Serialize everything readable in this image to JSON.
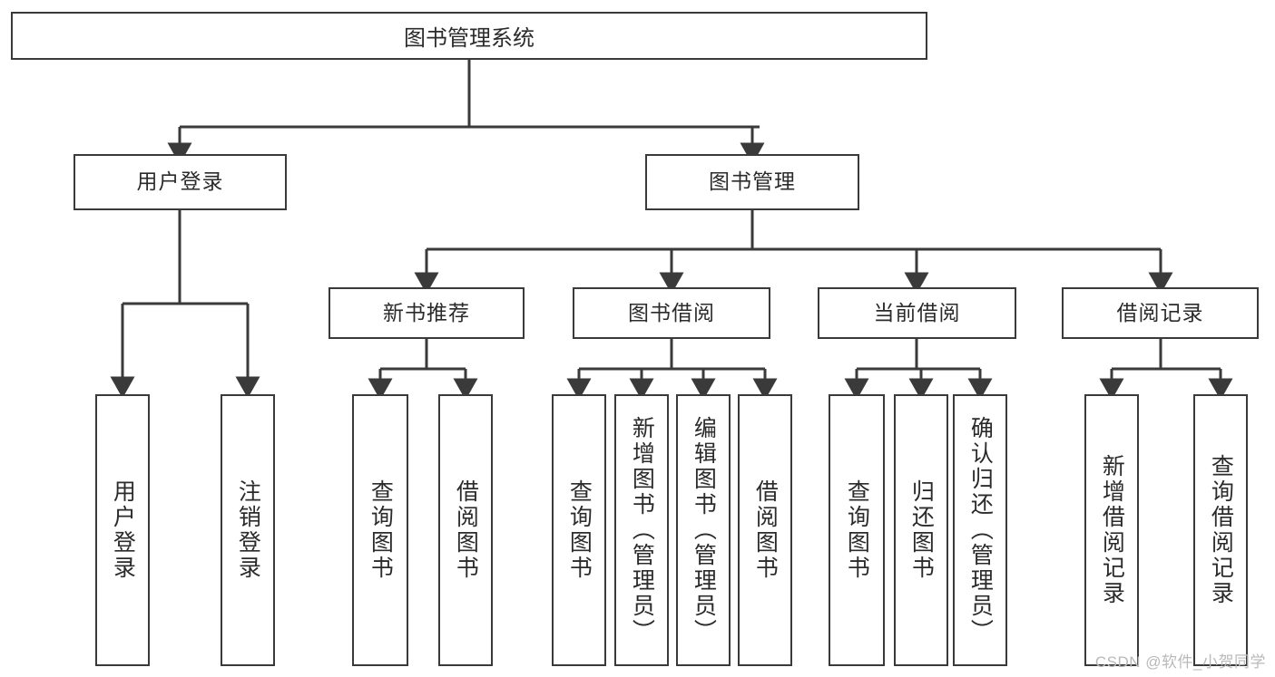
{
  "diagram": {
    "type": "tree-hierarchy",
    "title": "图书管理系统",
    "stroke_color": "#3a3a3a",
    "background_color": "#ffffff",
    "text_color": "#2b2b2b",
    "level2": [
      {
        "label": "用户登录"
      },
      {
        "label": "图书管理"
      }
    ],
    "level3": [
      {
        "label": "新书推荐"
      },
      {
        "label": "图书借阅"
      },
      {
        "label": "当前借阅"
      },
      {
        "label": "借阅记录"
      }
    ],
    "leaves": {
      "user_login": [
        {
          "label": "用户登录"
        },
        {
          "label": "注销登录"
        }
      ],
      "new_book_recommend": [
        {
          "label": "查询图书"
        },
        {
          "label": "借阅图书"
        }
      ],
      "book_borrow": [
        {
          "label": "查询图书"
        },
        {
          "label": "新增图书（管理员）"
        },
        {
          "label": "编辑图书（管理员）"
        },
        {
          "label": "借阅图书"
        }
      ],
      "current_borrow": [
        {
          "label": "查询图书"
        },
        {
          "label": "归还图书"
        },
        {
          "label": "确认归还（管理员）"
        }
      ],
      "borrow_record": [
        {
          "label": "新增借阅记录"
        },
        {
          "label": "查询借阅记录"
        }
      ]
    }
  },
  "watermark": {
    "text": "CSDN @软件_小贺同学"
  }
}
